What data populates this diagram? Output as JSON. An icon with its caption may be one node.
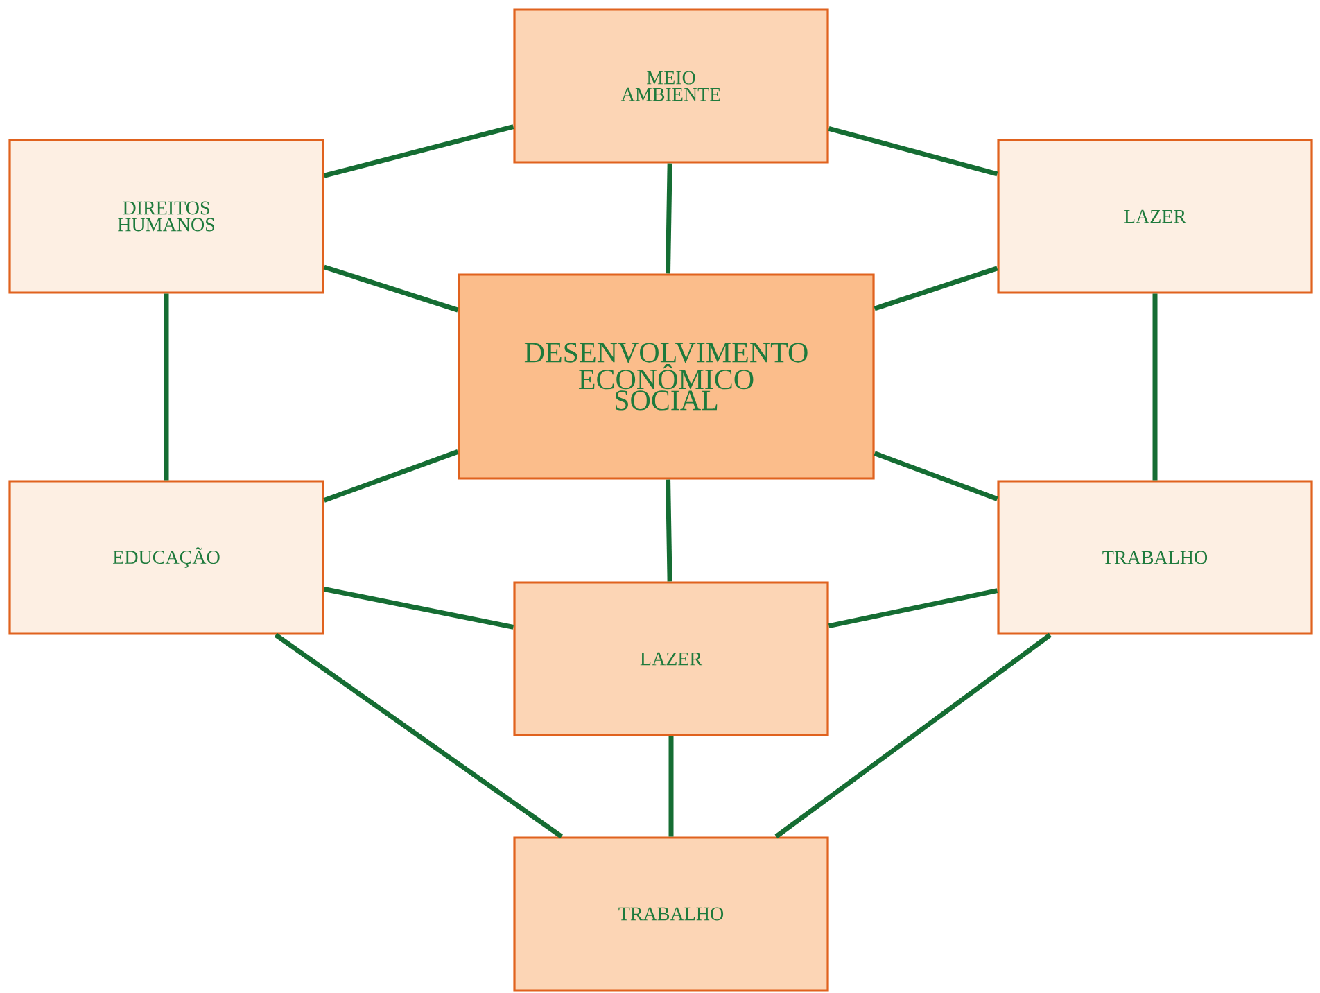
{
  "diagram": {
    "nodes": [
      {
        "text": [
          "MEIO AMBIENTE"
        ]
      },
      {
        "text": [
          "DIREITOS HUMANOS"
        ]
      },
      {
        "text": [
          "LAZER"
        ]
      },
      {
        "text": [
          "DESENVOLVIMENTO ECONÔMICO SOCIAL"
        ]
      },
      {
        "text": [
          "EDUCAÇÃO"
        ]
      },
      {
        "text": [
          "TRABALHO"
        ]
      },
      {
        "text": [
          "LAZER"
        ]
      },
      {
        "text": [
          "TRABALHO"
        ]
      }
    ],
    "edges": [
      {
        "from": 0,
        "to": 1,
        "arrow": "none"
      },
      {
        "from": 0,
        "to": 2,
        "arrow": "none"
      },
      {
        "from": 0,
        "to": 3,
        "arrow": "none"
      },
      {
        "from": 1,
        "to": 3,
        "arrow": "none"
      },
      {
        "from": 2,
        "to": 3,
        "arrow": "none"
      },
      {
        "from": 1,
        "to": 4,
        "arrow": "none"
      },
      {
        "from": 2,
        "to": 5,
        "arrow": "none"
      },
      {
        "from": 4,
        "to": 3,
        "arrow": "none"
      },
      {
        "from": 5,
        "to": 3,
        "arrow": "none"
      },
      {
        "from": 3,
        "to": 6,
        "arrow": "none"
      },
      {
        "from": 4,
        "to": 6,
        "arrow": "none"
      },
      {
        "from": 5,
        "to": 6,
        "arrow": "none"
      },
      {
        "from": 6,
        "to": 7,
        "arrow": "none"
      },
      {
        "from": 4,
        "to": 7,
        "arrow": "none"
      },
      {
        "from": 5,
        "to": 7,
        "arrow": "none"
      }
    ]
  }
}
